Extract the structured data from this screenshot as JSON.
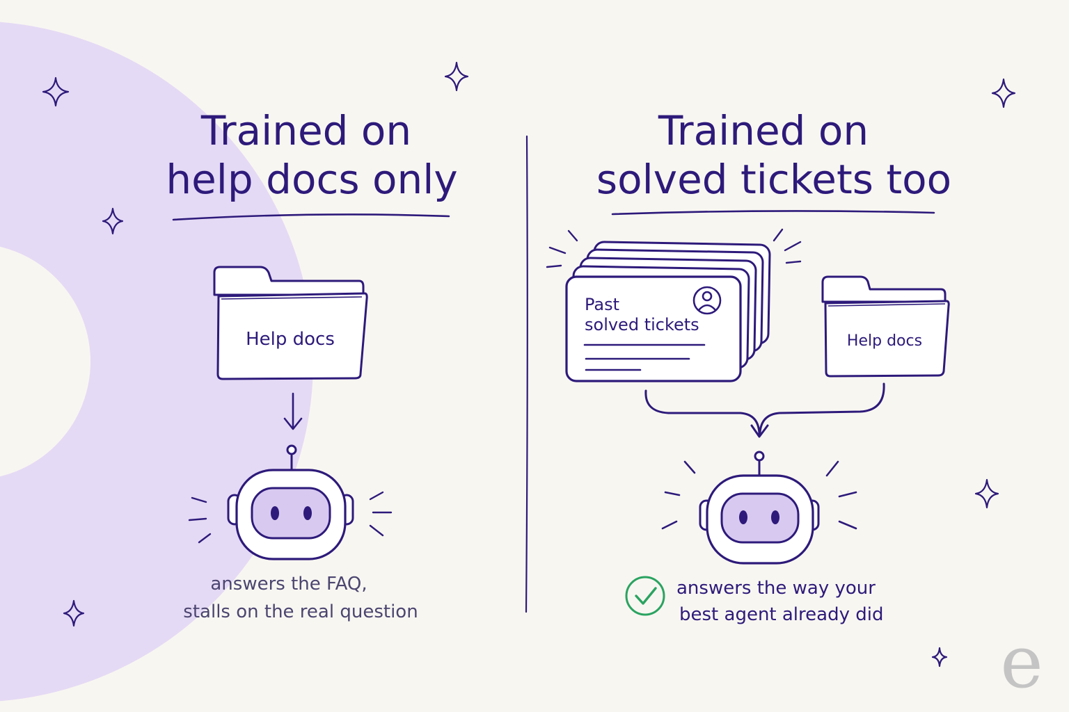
{
  "left": {
    "title_line1": "Trained on",
    "title_line2": "help docs only",
    "folder_label": "Help docs",
    "caption_line1": "answers the FAQ,",
    "caption_line2": "stalls on the real question"
  },
  "right": {
    "title_line1": "Trained on",
    "title_line2": "solved tickets too",
    "tickets_label_line1": "Past",
    "tickets_label_line2": "solved tickets",
    "folder_label": "Help docs",
    "caption_line1": "answers the way your",
    "caption_line2": "best agent already did"
  },
  "brand": {
    "logo_letter": "e"
  },
  "colors": {
    "background": "#f8f6f1",
    "accent_purple": "#2d1a7a",
    "lavender_fill": "#e5daf5",
    "robot_screen": "#d8c9f0",
    "check_green": "#2aa361",
    "caption_gray": "#4b4570",
    "logo_gray": "#c4c4c4"
  }
}
